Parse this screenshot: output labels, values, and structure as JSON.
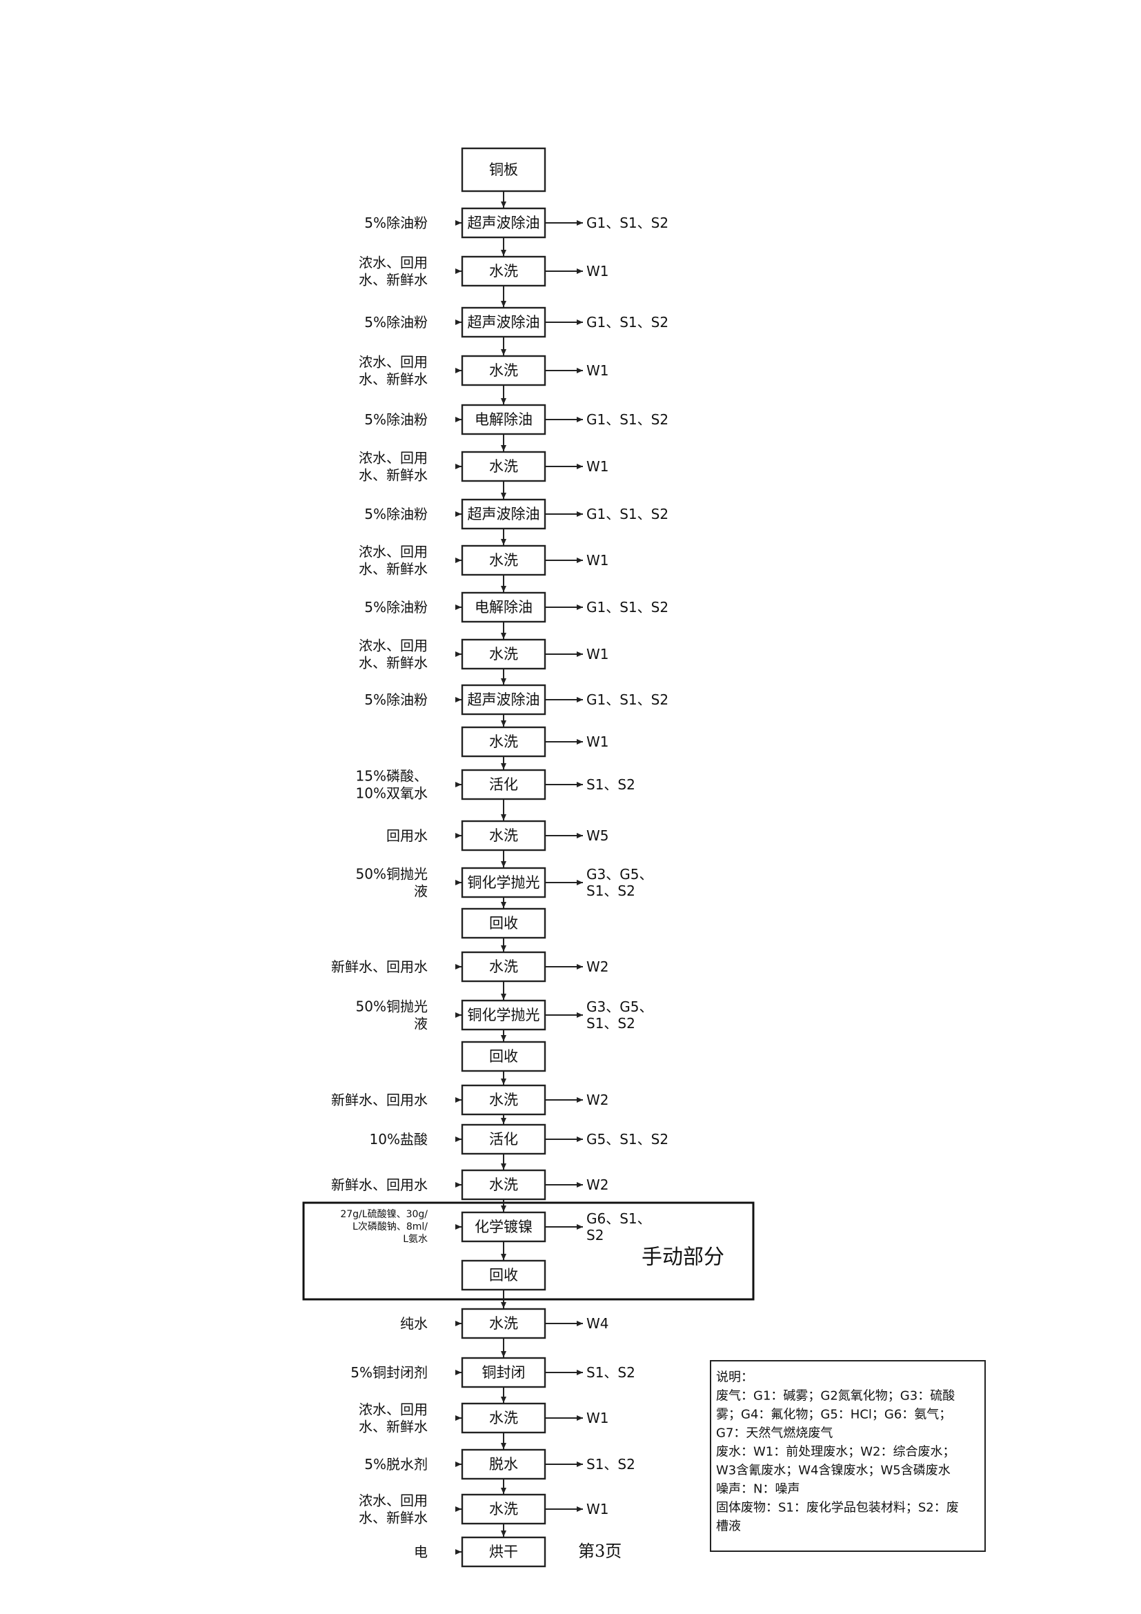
{
  "steps": [
    {
      "id": "s00",
      "label": "铜板",
      "inputs": [],
      "outputs": []
    },
    {
      "id": "s01",
      "label": "超声波除油",
      "inputs": [
        "5%除油粉"
      ],
      "outputs": [
        "G1、S1、S2"
      ]
    },
    {
      "id": "s02",
      "label": "水洗",
      "inputs": [
        "浓水、回用",
        "水、新鲜水"
      ],
      "outputs": [
        "W1"
      ]
    },
    {
      "id": "s03",
      "label": "超声波除油",
      "inputs": [
        "5%除油粉"
      ],
      "outputs": [
        "G1、S1、S2"
      ]
    },
    {
      "id": "s04",
      "label": "水洗",
      "inputs": [
        "浓水、回用",
        "水、新鲜水"
      ],
      "outputs": [
        "W1"
      ]
    },
    {
      "id": "s05",
      "label": "电解除油",
      "inputs": [
        "5%除油粉"
      ],
      "outputs": [
        "G1、S1、S2"
      ]
    },
    {
      "id": "s06",
      "label": "水洗",
      "inputs": [
        "浓水、回用",
        "水、新鲜水"
      ],
      "outputs": [
        "W1"
      ]
    },
    {
      "id": "s07",
      "label": "超声波除油",
      "inputs": [
        "5%除油粉"
      ],
      "outputs": [
        "G1、S1、S2"
      ]
    },
    {
      "id": "s08",
      "label": "水洗",
      "inputs": [
        "浓水、回用",
        "水、新鲜水"
      ],
      "outputs": [
        "W1"
      ]
    },
    {
      "id": "s09",
      "label": "电解除油",
      "inputs": [
        "5%除油粉"
      ],
      "outputs": [
        "G1、S1、S2"
      ]
    },
    {
      "id": "s10",
      "label": "水洗",
      "inputs": [
        "浓水、回用",
        "水、新鲜水"
      ],
      "outputs": [
        "W1"
      ]
    },
    {
      "id": "s11",
      "label": "超声波除油",
      "inputs": [
        "5%除油粉"
      ],
      "outputs": [
        "G1、S1、S2"
      ]
    },
    {
      "id": "s12",
      "label": "水洗",
      "inputs": [],
      "outputs": [
        "W1"
      ]
    },
    {
      "id": "s13",
      "label": "活化",
      "inputs": [
        "15%磷酸、",
        "10%双氧水"
      ],
      "outputs": [
        "S1、S2"
      ]
    },
    {
      "id": "s14",
      "label": "水洗",
      "inputs": [
        "回用水"
      ],
      "outputs": [
        "W5"
      ]
    },
    {
      "id": "s15",
      "label": "铜化学抛光",
      "inputs": [
        "50%铜抛光",
        "液"
      ],
      "outputs": [
        "G3、G5、",
        "S1、S2"
      ]
    },
    {
      "id": "s16",
      "label": "回收",
      "inputs": [],
      "outputs": []
    },
    {
      "id": "s17",
      "label": "水洗",
      "inputs": [
        "新鲜水、回用水"
      ],
      "outputs": [
        "W2"
      ]
    },
    {
      "id": "s18",
      "label": "铜化学抛光",
      "inputs": [
        "50%铜抛光",
        "液"
      ],
      "outputs": [
        "G3、G5、",
        "S1、S2"
      ]
    },
    {
      "id": "s19",
      "label": "回收",
      "inputs": [],
      "outputs": []
    },
    {
      "id": "s20",
      "label": "水洗",
      "inputs": [
        "新鲜水、回用水"
      ],
      "outputs": [
        "W2"
      ]
    },
    {
      "id": "s21",
      "label": "活化",
      "inputs": [
        "10%盐酸"
      ],
      "outputs": [
        "G5、S1、S2"
      ]
    },
    {
      "id": "s22",
      "label": "水洗",
      "inputs": [
        "新鲜水、回用水"
      ],
      "outputs": [
        "W2"
      ]
    },
    {
      "id": "s23",
      "label": "化学镀镍",
      "inputs": [
        "27g/L硫酸镍、30g/",
        "L次磷酸钠、8ml/",
        "L氨水"
      ],
      "outputs": [
        "G6、S1、",
        "S2"
      ]
    },
    {
      "id": "s24",
      "label": "回收",
      "inputs": [],
      "outputs": []
    },
    {
      "id": "s25",
      "label": "水洗",
      "inputs": [
        "纯水"
      ],
      "outputs": [
        "W4"
      ]
    },
    {
      "id": "s26",
      "label": "铜封闭",
      "inputs": [
        "5%铜封闭剂"
      ],
      "outputs": [
        "S1、S2"
      ]
    },
    {
      "id": "s27",
      "label": "水洗",
      "inputs": [
        "浓水、回用",
        "水、新鲜水"
      ],
      "outputs": [
        "W1"
      ]
    },
    {
      "id": "s28",
      "label": "脱水",
      "inputs": [
        "5%脱水剂"
      ],
      "outputs": [
        "S1、S2"
      ]
    },
    {
      "id": "s29",
      "label": "水洗",
      "inputs": [
        "浓水、回用",
        "水、新鲜水"
      ],
      "outputs": [
        "W1"
      ]
    },
    {
      "id": "s30",
      "label": "烘干",
      "inputs": [
        "电"
      ],
      "outputs": []
    }
  ],
  "manual_section_label": "手动部分",
  "page_label": "第3页",
  "legend": {
    "lines": [
      "说明：",
      "废气：G1：碱雾；G2氮氧化物；G3：硫酸",
      "雾；G4：氟化物；G5：HCl；G6：氨气；",
      "G7：天然气燃烧废气",
      "废水：W1：前处理废水；W2：综合废水；",
      "W3含氰废水；W4含镍废水；W5含磷废水",
      "噪声：N：噪声",
      "固体废物：S1：废化学品包装材料；S2：废",
      "槽液"
    ]
  }
}
